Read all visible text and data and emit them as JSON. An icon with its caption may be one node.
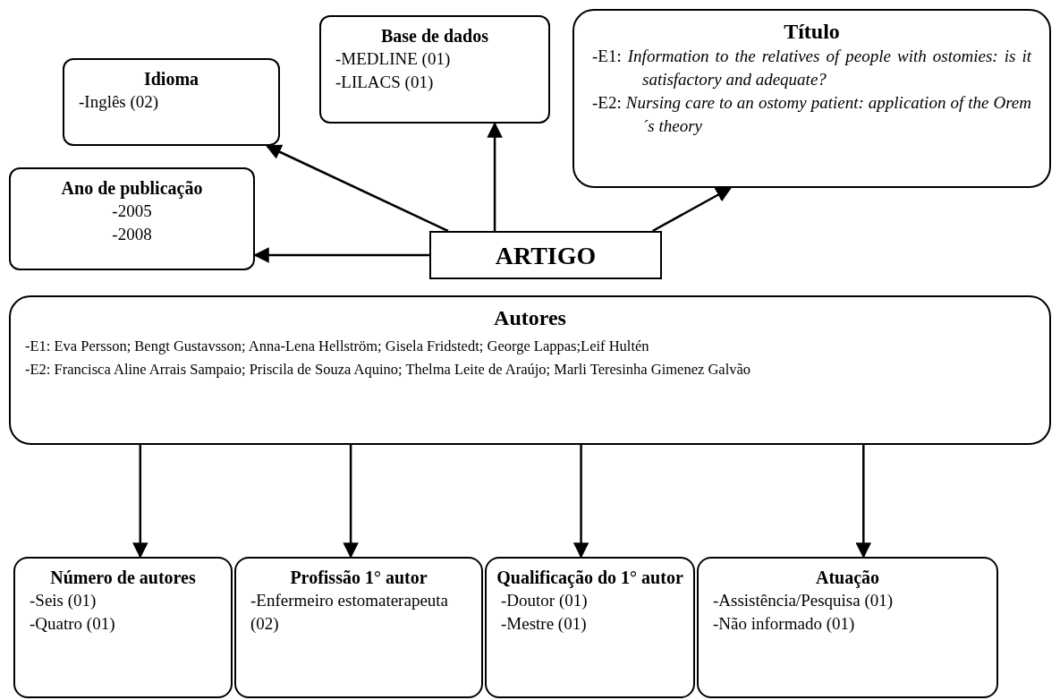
{
  "diagram": {
    "nodes": [
      {
        "text": [
          "Idioma",
          "-Inglês (02)"
        ]
      },
      {
        "text": [
          "Base de dados",
          "-MEDLINE (01)",
          "-LILACS (01)"
        ]
      },
      {
        "text": [
          "Título",
          "-E1: *Information to the relatives of people with ostomies: is it satisfactory and adequate?*",
          "-E2: *Nursing care to an ostomy patient: application of the Orem´s theory*"
        ]
      },
      {
        "text": [
          "Ano de publicação",
          "-2005",
          "-2008"
        ]
      },
      {
        "text": [
          "ARTIGO"
        ]
      },
      {
        "text": [
          "Autores",
          "-E1: Eva Persson; Bengt Gustavsson; Anna-Lena Hellström; Gisela Fridstedt; George Lappas;Leif Hultén",
          "-E2: Francisca Aline Arrais Sampaio; Priscila de Souza Aquino; Thelma Leite de Araújo; Marli Teresinha Gimenez Galvão"
        ]
      },
      {
        "text": [
          "Número de autores",
          "-Seis (01)",
          "-Quatro (01)"
        ]
      },
      {
        "text": [
          "Profissão 1° autor",
          "-Enfermeiro estomaterapeuta (02)"
        ]
      },
      {
        "text": [
          "Qualificação do 1° autor",
          "-Doutor (01)",
          "-Mestre (01)"
        ]
      },
      {
        "text": [
          "Atuação",
          "-Assistência/Pesquisa (01)",
          "-Não informado (01)"
        ]
      }
    ],
    "edges": [
      {
        "from": 4,
        "to": 0,
        "arrow": "to"
      },
      {
        "from": 4,
        "to": 3,
        "arrow": "to"
      },
      {
        "from": 4,
        "to": 1,
        "arrow": "to"
      },
      {
        "from": 4,
        "to": 2,
        "arrow": "to"
      },
      {
        "from": 5,
        "to": 6,
        "arrow": "to"
      },
      {
        "from": 5,
        "to": 7,
        "arrow": "to"
      },
      {
        "from": 5,
        "to": 8,
        "arrow": "to"
      },
      {
        "from": 5,
        "to": 9,
        "arrow": "to"
      }
    ]
  }
}
